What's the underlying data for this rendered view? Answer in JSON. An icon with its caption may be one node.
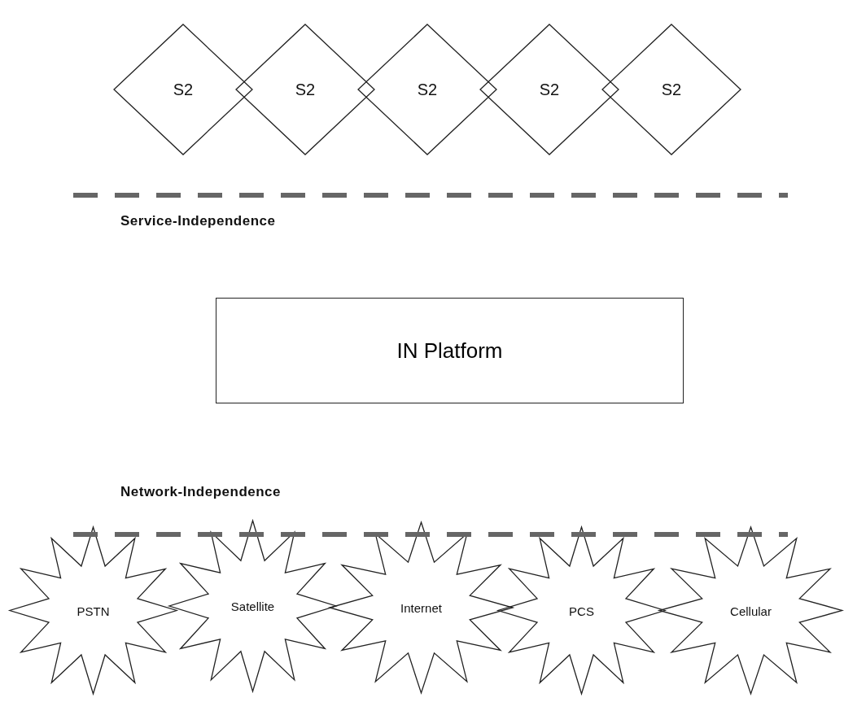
{
  "diagram": {
    "nodes": [
      {
        "text": [
          "S2"
        ]
      },
      {
        "text": [
          "S2"
        ]
      },
      {
        "text": [
          "S2"
        ]
      },
      {
        "text": [
          "S2"
        ]
      },
      {
        "text": [
          "S2"
        ]
      },
      {
        "text": [
          "IN Platform"
        ]
      },
      {
        "text": [
          "PSTN"
        ]
      },
      {
        "text": [
          "Satellite"
        ]
      },
      {
        "text": [
          "Internet"
        ]
      },
      {
        "text": [
          "PCS"
        ]
      },
      {
        "text": [
          "Cellular"
        ]
      }
    ],
    "labels": [
      "Service-Independence",
      "Network-Independence"
    ]
  }
}
